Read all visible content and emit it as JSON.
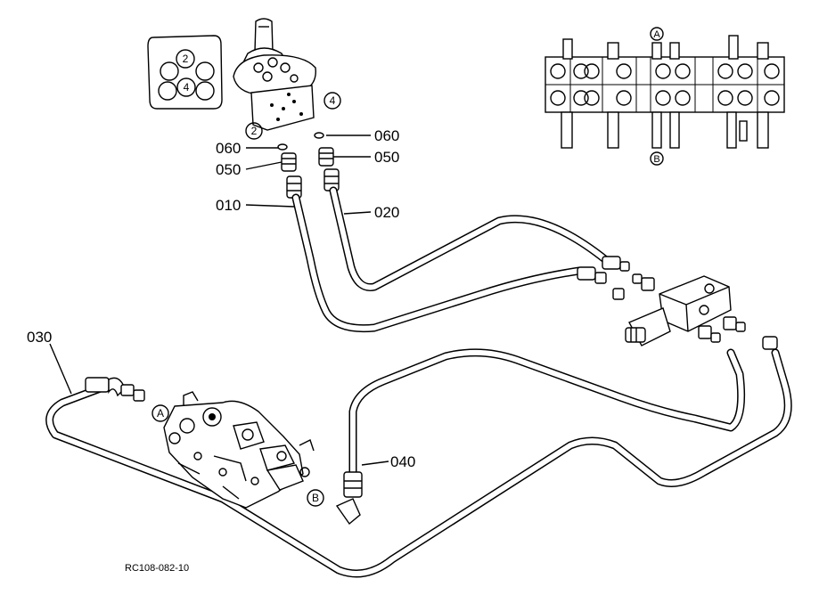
{
  "diagram": {
    "part_labels": {
      "p060_left": "060",
      "p060_right": "060",
      "p050_left": "050",
      "p050_right": "050",
      "p010": "010",
      "p020": "020",
      "p030": "030",
      "p040": "040"
    },
    "port_markers": {
      "port_2_lever": "2",
      "port_4_lever": "4",
      "pattern_2": "2",
      "pattern_4": "4",
      "port_A_valve": "A",
      "port_B_valve": "B",
      "port_A_bank": "A",
      "port_B_bank": "B"
    },
    "drawing_code": "RC108-082-10"
  }
}
